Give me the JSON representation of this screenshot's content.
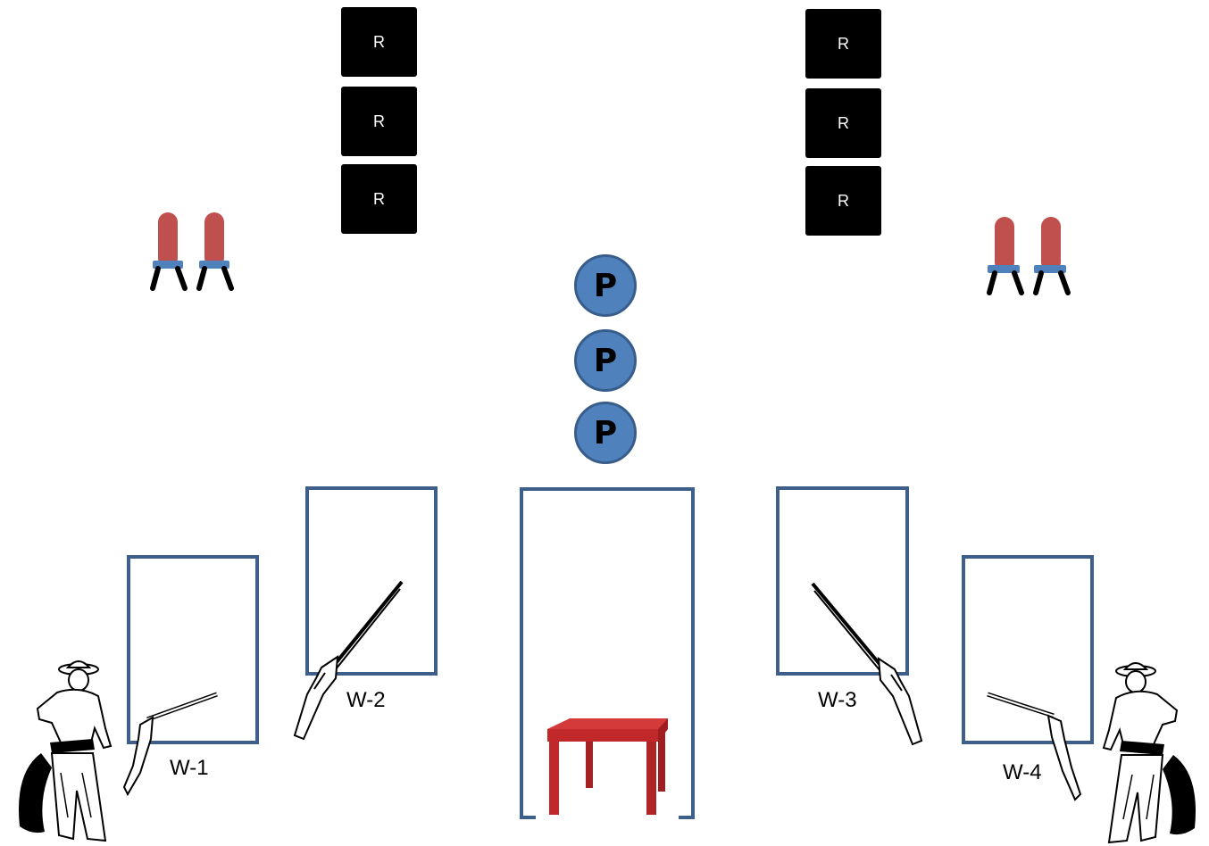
{
  "rifle_targets": {
    "left": [
      "R",
      "R",
      "R"
    ],
    "right": [
      "R",
      "R",
      "R"
    ]
  },
  "pistol_targets": [
    "P",
    "P",
    "P"
  ],
  "shotgun_targets": {
    "left_count": 2,
    "right_count": 2,
    "colors": {
      "body": "#c0504d",
      "base": "#4f81bd",
      "legs": "#000000"
    }
  },
  "windows": [
    {
      "label": "W-1"
    },
    {
      "label": "W-2"
    },
    {
      "label": "W-3"
    },
    {
      "label": "W-4"
    }
  ],
  "table": {
    "color": "#c0282a"
  },
  "colors": {
    "rifle_target": "#000000",
    "pistol_target": "#4f81bd",
    "window_frame": "#3e5f8a"
  }
}
